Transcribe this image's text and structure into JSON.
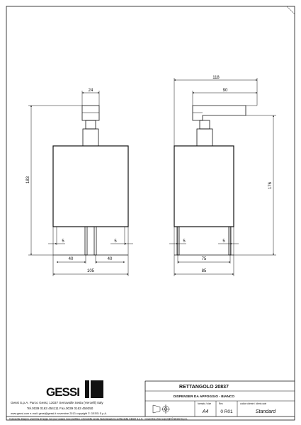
{
  "front_view": {
    "dims": {
      "top_width": "24",
      "height": "183",
      "left_offset": "5",
      "right_offset": "5",
      "left_leg": "40",
      "right_leg": "40",
      "total_width": "105"
    }
  },
  "side_view": {
    "dims": {
      "top_total": "118",
      "lever": "90",
      "height": "176",
      "left_offset": "5",
      "right_offset": "5",
      "leg_span": "75",
      "total_width": "85"
    }
  },
  "title_block": {
    "brand": "GESSI",
    "product_name": "RETTANGOLO 20837",
    "description": "DISPENSER DA APPOGGIO - BIANCO",
    "company_line": "Gessi S.p.A. Parco Gessi, 13037 Serravalle Sesia (Vercelli) Italy",
    "phone_line": "Tel.0039 0163 454111 Fax.0039 0163 459350",
    "web_line": "www.gessi.com e-mail: gessi@gessi.it novembre 2013 copyright © GESSI S.p.A.",
    "format_label": "formato / size",
    "format_value": "A4",
    "rev_label": "Rev.",
    "rev_value": "0 R01",
    "standard_label": "codice cliente / client code",
    "standard_value": "Standard",
    "footer_note": "Il presente disegno a termine di legge non puo' essere reso pubblico o riprodotto senza l'autorizzazione scritta della GESSI S.p.A. • novembre 2013 copyright©GESSI S.p.A."
  }
}
